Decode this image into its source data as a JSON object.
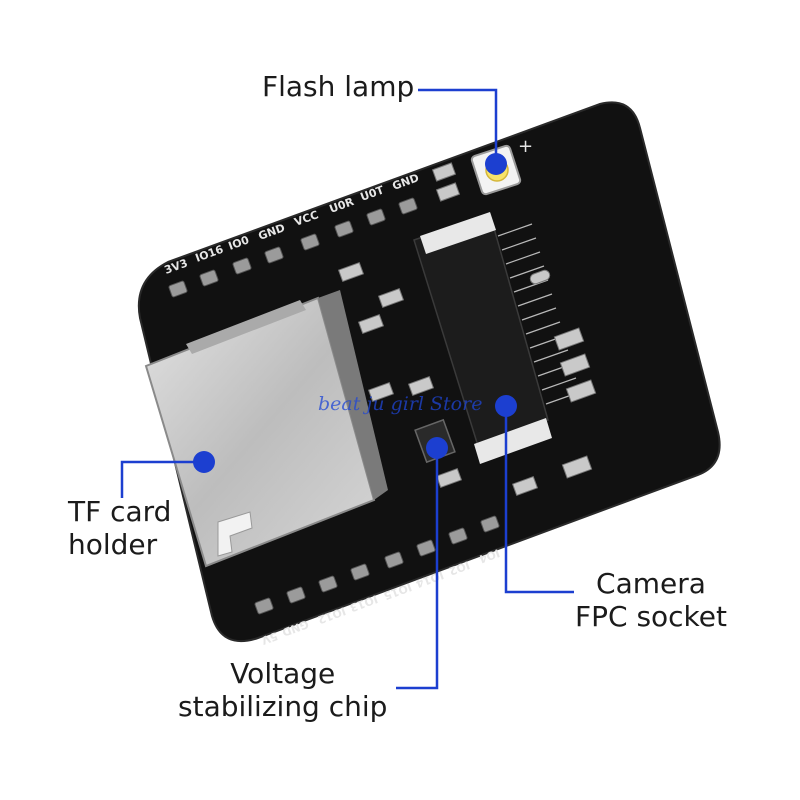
{
  "callouts": {
    "flash_lamp": [
      "Flash lamp"
    ],
    "tf_card": [
      "TF card",
      "holder"
    ],
    "camera_fpc": [
      "Camera",
      "FPC socket"
    ],
    "voltage_chip": [
      "Voltage",
      "stabilizing chip"
    ]
  },
  "pins": {
    "top": [
      "3V3",
      "IO16",
      "IO0",
      "GND",
      "VCC",
      "U0R",
      "U0T",
      "GND"
    ],
    "bottom": [
      "5V",
      "GND",
      "IO12",
      "IO13",
      "IO15",
      "IO14",
      "IO2",
      "IO4"
    ]
  },
  "polarity_mark": "+",
  "watermark": "beat ju girl Store",
  "colors": {
    "board": "#111111",
    "callout_line": "#1c3fd0",
    "callout_dot": "#1c3fd0",
    "tf_holder": "#c8c8c8",
    "label_text": "#1b1b1b"
  }
}
